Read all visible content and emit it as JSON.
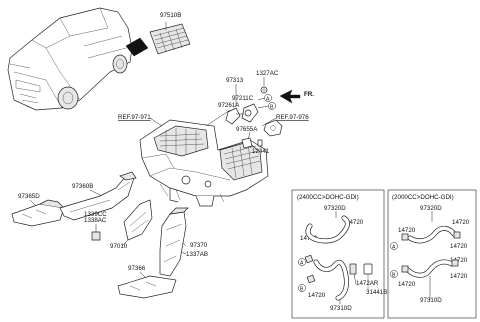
{
  "labels": {
    "p97510b": "97510B",
    "p97313": "97313",
    "p1327ac": "1327AC",
    "p97211c": "97211C",
    "p97261a": "97261A",
    "fr": "FR.",
    "ref_left": "REF.97-971",
    "ref_right": "REF.97-976",
    "p97655a": "97655A",
    "p12441": "12441",
    "p97365d": "97365D",
    "p97360b": "97360B",
    "p1339cc": "1339CC",
    "p1338ac": "1338AC",
    "p97010": "97010",
    "p97370": "97370",
    "p1337ab": "1337AB",
    "p97366": "97366"
  },
  "markers": {
    "a": "A",
    "b": "B"
  },
  "box1": {
    "title": "(2400CC>DOHC-GDI)",
    "p97320d": "97320D",
    "p14720_a": "14720",
    "p14720_b": "14720",
    "p14720_c": "14720",
    "p1472ar": "1472AR",
    "p31441b": "31441B",
    "p97310d": "97310D"
  },
  "box2": {
    "title": "(2000CC>DOHC-GDI)",
    "p97320d": "97320D",
    "p14720_a": "14720",
    "p14720_b": "14720",
    "p14720_c": "14720",
    "p14720_d": "14720",
    "p97310d": "97310D"
  }
}
